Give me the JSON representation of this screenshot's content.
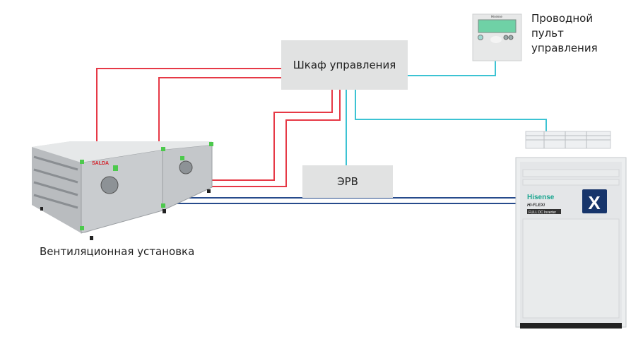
{
  "nodes": {
    "control_cabinet": "Шкаф управления",
    "erv": "ЭРВ",
    "wired_controller": [
      "Проводной",
      "пульт",
      "управления"
    ],
    "ventilation_unit": "Вентиляционная установка"
  },
  "logos": {
    "ventilation_unit_brand": "SALDA",
    "outdoor_unit_brand": "Hisense",
    "outdoor_unit_model": "HI-FLEXi",
    "outdoor_unit_badge": "FULL DC Inverter",
    "controller_brand": "Hisense"
  },
  "colors": {
    "control_wire": "#e63946",
    "signal_wire": "#3cc3d3",
    "refrigerant_pipe": "#274b8c",
    "box_fill": "#e1e2e2",
    "accent_green": "#4cc94c",
    "hisense_teal": "#1aa58f"
  }
}
